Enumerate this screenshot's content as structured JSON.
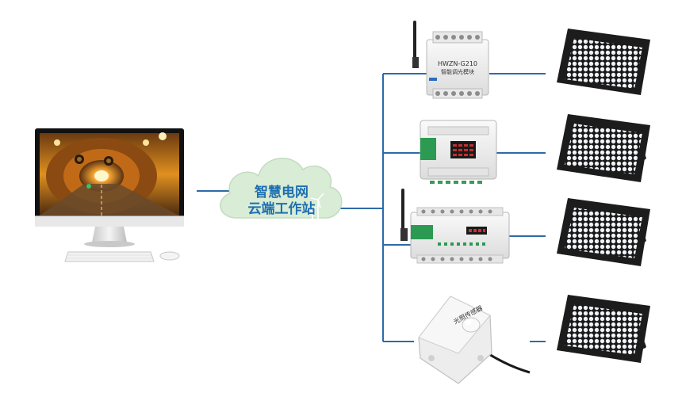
{
  "cloud": {
    "line1": "智慧电网",
    "line2": "云端工作站"
  },
  "modules": {
    "dimmer_model": "HWZN-G210",
    "dimmer_name": "智能调光模块"
  },
  "sensor": {
    "label": "光照传感器"
  },
  "colors": {
    "connector": "#2d6aa8",
    "cloud_fill": "#d8ecd6",
    "lamp_body": "#1c1c1c",
    "module_green": "#2c9a52"
  }
}
